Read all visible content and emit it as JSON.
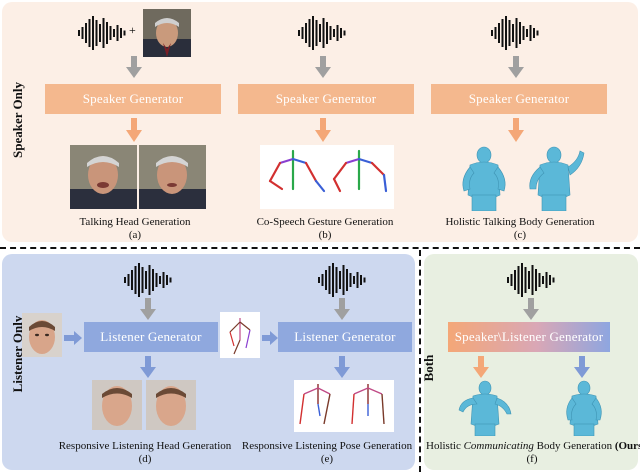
{
  "panels": {
    "speaker_label": "Speaker Only",
    "listener_label": "Listener Only",
    "both_label": "Both"
  },
  "plus": "+",
  "generators": {
    "speaker": "Speaker Generator",
    "listener": "Listener Generator",
    "both": "Speaker\\Listener Generator"
  },
  "captions": {
    "a": {
      "title": "Talking Head Generation",
      "letter": "(a)"
    },
    "b": {
      "title": "Co-Speech Gesture Generation",
      "letter": "(b)"
    },
    "c": {
      "title": "Holistic Talking Body Generation",
      "letter": "(c)"
    },
    "d": {
      "title": "Responsive Listening Head Generation",
      "letter": "(d)"
    },
    "e": {
      "title": "Responsive Listening Pose Generation",
      "letter": "(e)"
    },
    "f": {
      "pre": "Holistic ",
      "em": "Communicating",
      "post": " Body Generation ",
      "ours": "(Ours)",
      "letter": "(f)"
    }
  },
  "colors": {
    "speaker_panel": "#fcefe6",
    "listener_panel": "#cdd8ef",
    "both_panel": "#e8efe1",
    "speaker_box": "#f4b88e",
    "listener_box": "#8fa8de",
    "orange_arrow": "#f4a777",
    "blue_arrow": "#7f9ad6",
    "gray_arrow": "#a0a0a0",
    "body_mesh": "#5bb8d8"
  }
}
